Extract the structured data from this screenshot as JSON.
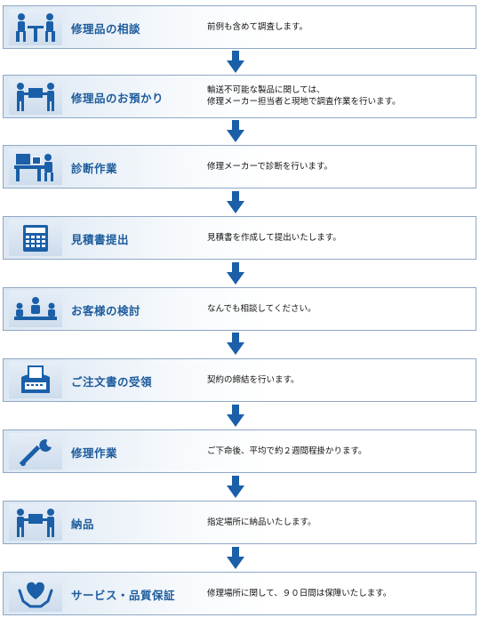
{
  "steps": [
    {
      "icon": "meeting-icon",
      "title": "修理品の相談",
      "desc": [
        "前例も含めて調査します。"
      ]
    },
    {
      "icon": "handover-icon",
      "title": "修理品のお預かり",
      "desc": [
        "輸送不可能な製品に関しては、",
        "修理メーカー担当者と現地で調査作業を行います。"
      ]
    },
    {
      "icon": "workstation-icon",
      "title": "診断作業",
      "desc": [
        "修理メーカーで診断を行います。"
      ]
    },
    {
      "icon": "calculator-icon",
      "title": "見積書提出",
      "desc": [
        "見積書を作成して提出いたします。"
      ]
    },
    {
      "icon": "conference-icon",
      "title": "お客様の検討",
      "desc": [
        "なんでも相談してください。"
      ]
    },
    {
      "icon": "fax-icon",
      "title": "ご注文書の受領",
      "desc": [
        "契約の締結を行います。"
      ]
    },
    {
      "icon": "wrench-icon",
      "title": "修理作業",
      "desc": [
        "ご下命後、平均で約２週間程掛かります。"
      ]
    },
    {
      "icon": "delivery-icon",
      "title": "納品",
      "desc": [
        "指定場所に納品いたします。"
      ]
    },
    {
      "icon": "heart-hands-icon",
      "title": "サービス・品質保証",
      "desc": [
        "修理場所に関して、９０日間は保障いたします。"
      ]
    }
  ],
  "colors": {
    "accent": "#1d5c9c",
    "icon": "#1a5fa8",
    "arrow": "#1a5fa8"
  }
}
